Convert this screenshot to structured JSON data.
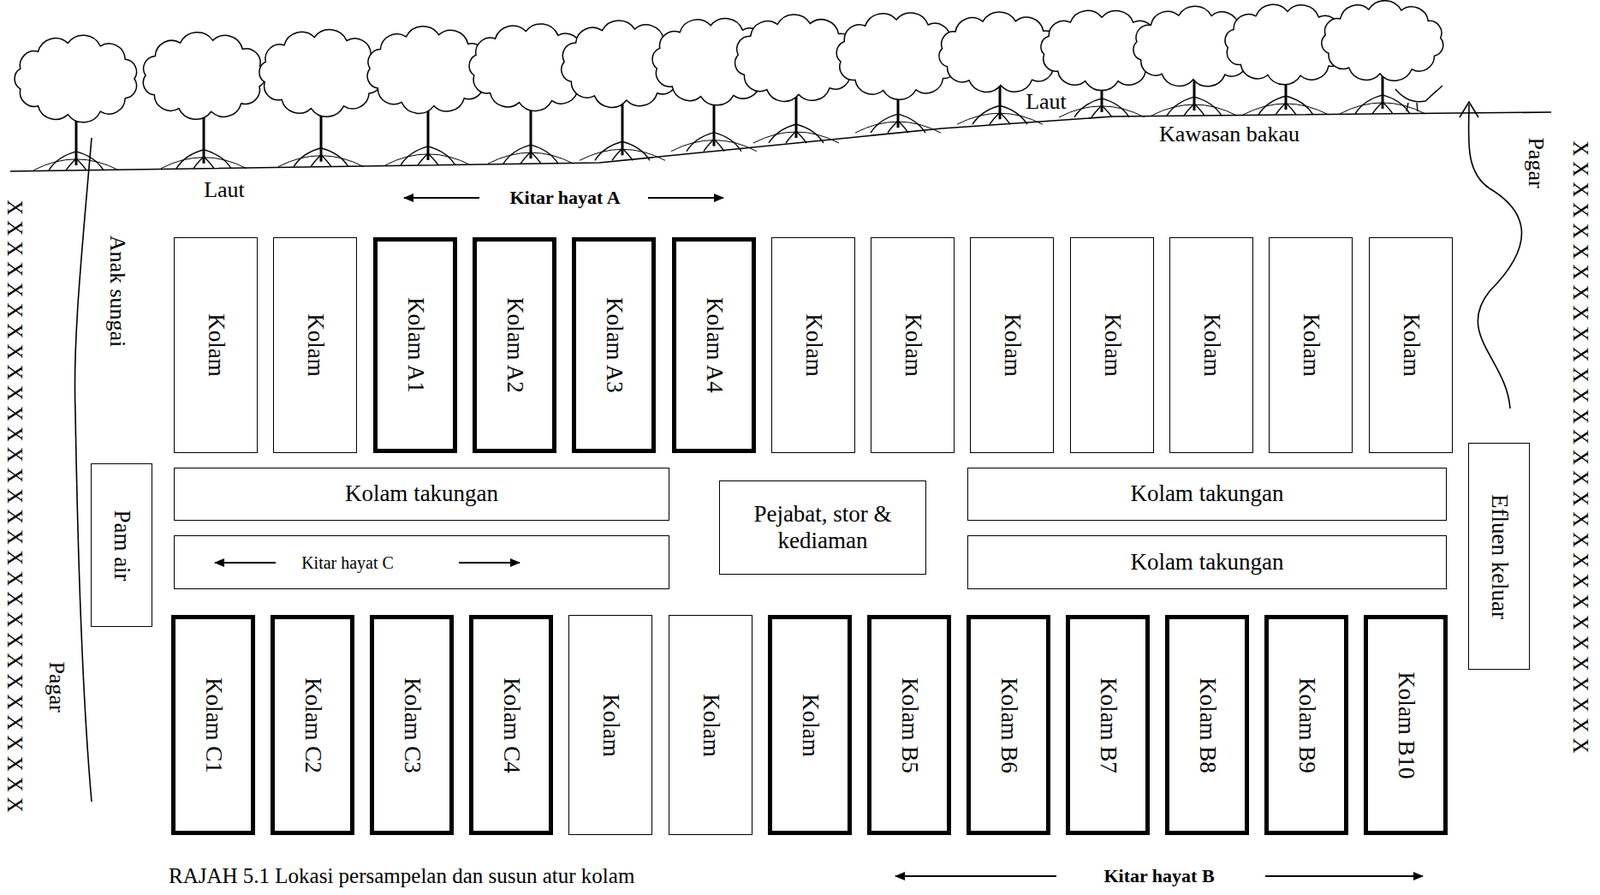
{
  "diagram": {
    "caption": "RAJAH 5.1 Lokasi persampelan dan susun atur kolam",
    "nodes": [
      {
        "text": [
          "Kolam"
        ]
      },
      {
        "text": [
          "Kolam"
        ]
      },
      {
        "text": [
          "Kolam A1"
        ]
      },
      {
        "text": [
          "Kolam A2"
        ]
      },
      {
        "text": [
          "Kolam A3"
        ]
      },
      {
        "text": [
          "Kolam A4"
        ]
      },
      {
        "text": [
          "Kolam"
        ]
      },
      {
        "text": [
          "Kolam"
        ]
      },
      {
        "text": [
          "Kolam"
        ]
      },
      {
        "text": [
          "Kolam"
        ]
      },
      {
        "text": [
          "Kolam"
        ]
      },
      {
        "text": [
          "Kolam"
        ]
      },
      {
        "text": [
          "Kolam"
        ]
      },
      {
        "text": [
          "Pam air"
        ]
      },
      {
        "text": [
          "Kolam takungan"
        ]
      },
      {
        "text": [
          "Pejabat, stor & kediaman"
        ]
      },
      {
        "text": [
          "Kolam takungan"
        ]
      },
      {
        "text": [
          "Kitar hayat C"
        ]
      },
      {
        "text": [
          "Kolam takungan"
        ]
      },
      {
        "text": [
          "Efluen keluar"
        ]
      },
      {
        "text": [
          "Kolam C1"
        ]
      },
      {
        "text": [
          "Kolam C2"
        ]
      },
      {
        "text": [
          "Kolam C3"
        ]
      },
      {
        "text": [
          "Kolam C4"
        ]
      },
      {
        "text": [
          "Kolam"
        ]
      },
      {
        "text": [
          "Kolam"
        ]
      },
      {
        "text": [
          "Kolam"
        ]
      },
      {
        "text": [
          "Kolam B5"
        ]
      },
      {
        "text": [
          "Kolam B6"
        ]
      },
      {
        "text": [
          "Kolam B7"
        ]
      },
      {
        "text": [
          "Kolam B8"
        ]
      },
      {
        "text": [
          "Kolam B9"
        ]
      },
      {
        "text": [
          "Kolam B10"
        ]
      }
    ],
    "labels": [
      "Laut",
      "Kawasan bakau",
      "Laut",
      "Kitar hayat A",
      "Anak sungai",
      "Pagar",
      "XXXXXXXXXXXXXXXXXXXXXXXXXXXXXX",
      "XXXXXXXXXXXXXXXXXXXXXXXXXXXXXX",
      "Pagar",
      "Kitar hayat B"
    ]
  }
}
